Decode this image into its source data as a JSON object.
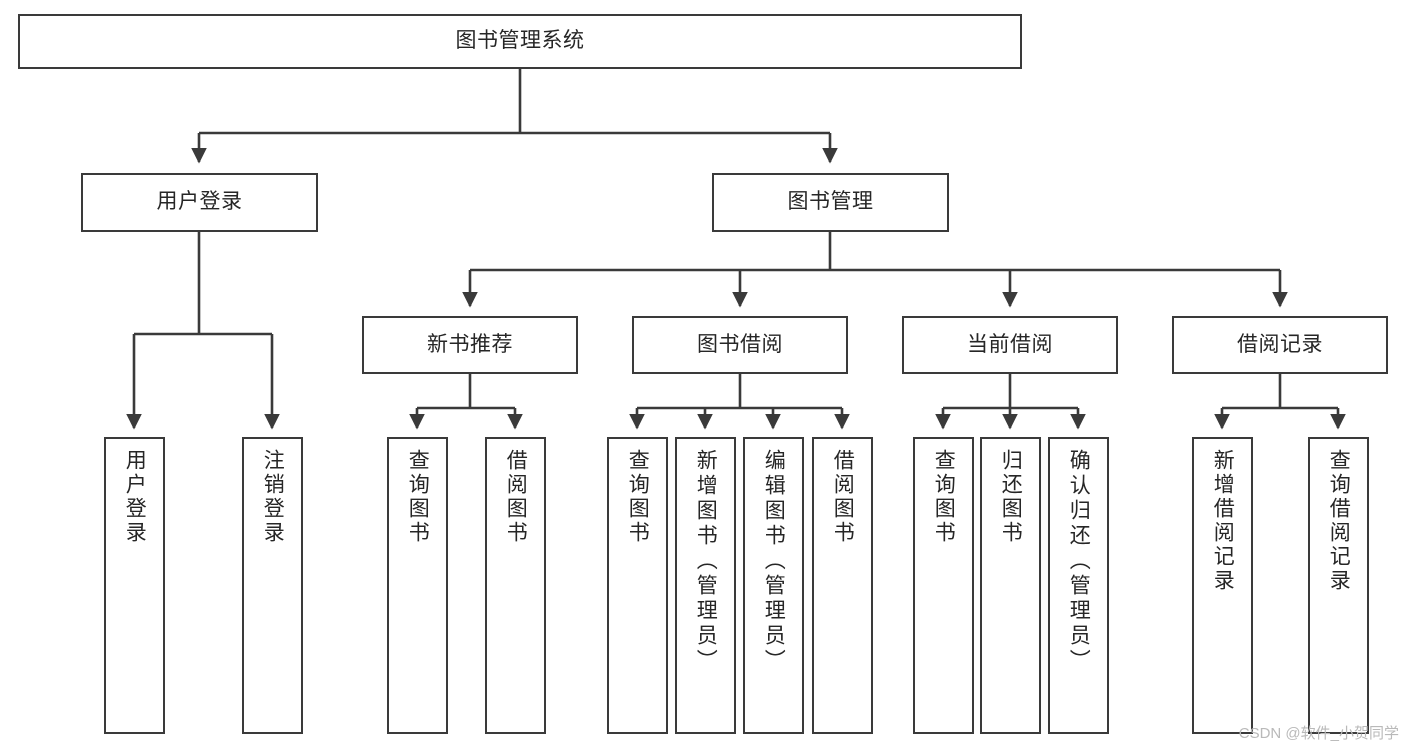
{
  "diagram": {
    "title": "图书管理系统",
    "type": "tree-hierarchy",
    "colors": {
      "stroke": "#3a3a3a",
      "fill": "#ffffff",
      "text": "#262626",
      "watermark": "#b9b9b9"
    },
    "root": {
      "label": "图书管理系统"
    },
    "level1": [
      {
        "label": "用户登录"
      },
      {
        "label": "图书管理"
      }
    ],
    "level2": [
      {
        "label": "新书推荐"
      },
      {
        "label": "图书借阅"
      },
      {
        "label": "当前借阅"
      },
      {
        "label": "借阅记录"
      }
    ],
    "leaves": {
      "user_login": [
        {
          "label": "用户登录"
        },
        {
          "label": "注销登录"
        }
      ],
      "new_book_recommend": [
        {
          "label": "查询图书"
        },
        {
          "label": "借阅图书"
        }
      ],
      "book_borrow": [
        {
          "label": "查询图书"
        },
        {
          "label": "新增图书（管理员）"
        },
        {
          "label": "编辑图书（管理员）"
        },
        {
          "label": "借阅图书"
        }
      ],
      "current_borrow": [
        {
          "label": "查询图书"
        },
        {
          "label": "归还图书"
        },
        {
          "label": "确认归还（管理员）"
        }
      ],
      "borrow_record": [
        {
          "label": "新增借阅记录"
        },
        {
          "label": "查询借阅记录"
        }
      ]
    }
  },
  "watermark": {
    "text": "CSDN @软件_小贺同学"
  }
}
